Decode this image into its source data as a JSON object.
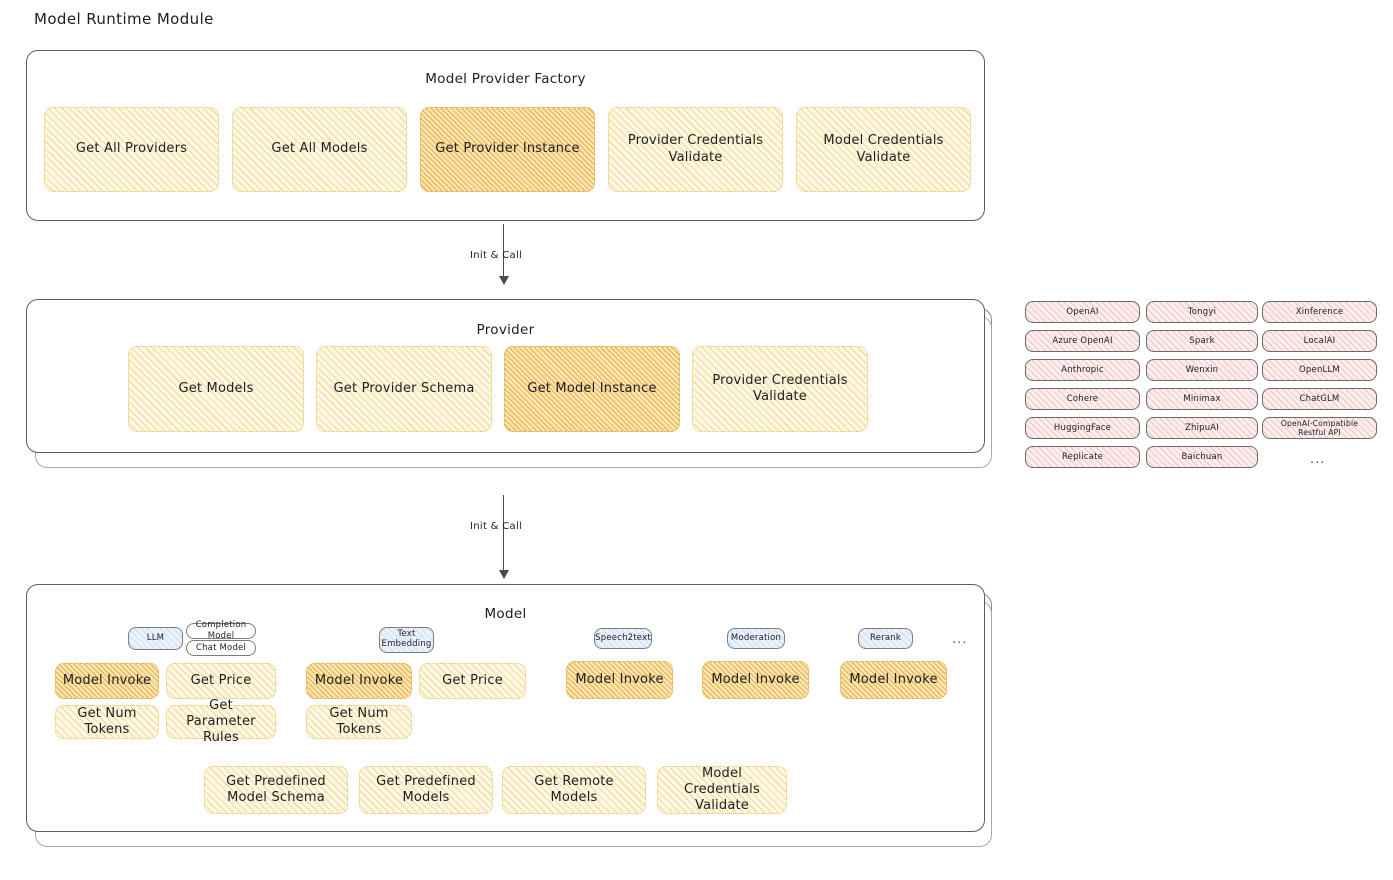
{
  "title": "Model Runtime Module",
  "factory": {
    "title": "Model Provider Factory",
    "nodes": [
      {
        "label": "Get All Providers",
        "highlight": false
      },
      {
        "label": "Get All Models",
        "highlight": false
      },
      {
        "label": "Get Provider Instance",
        "highlight": true
      },
      {
        "label": "Provider Credentials Validate",
        "highlight": false
      },
      {
        "label": "Model Credentials Validate",
        "highlight": false
      }
    ]
  },
  "arrows": [
    {
      "label": "Init & Call"
    },
    {
      "label": "Init & Call"
    }
  ],
  "provider": {
    "title": "Provider",
    "nodes": [
      {
        "label": "Get Models",
        "highlight": false
      },
      {
        "label": "Get Provider Schema",
        "highlight": false
      },
      {
        "label": "Get Model Instance",
        "highlight": true
      },
      {
        "label": "Provider Credentials Validate",
        "highlight": false
      }
    ]
  },
  "provider_list": {
    "columns": [
      [
        "OpenAI",
        "Azure OpenAI",
        "Anthropic",
        "Cohere",
        "HuggingFace",
        "Replicate"
      ],
      [
        "Tongyi",
        "Spark",
        "Wenxin",
        "Minimax",
        "ZhipuAI",
        "Baichuan"
      ],
      [
        "Xinference",
        "LocalAI",
        "OpenLLM",
        "ChatGLM",
        "OpenAI-Compatible Restful API"
      ]
    ],
    "more": "..."
  },
  "model": {
    "title": "Model",
    "more": "...",
    "types": [
      {
        "name": "LLM",
        "variants": [
          "Completion Model",
          "Chat Model"
        ],
        "methods": [
          {
            "label": "Model Invoke",
            "highlight": true
          },
          {
            "label": "Get Price",
            "highlight": false
          },
          {
            "label": "Get Num Tokens",
            "highlight": false
          },
          {
            "label": "Get Parameter Rules",
            "highlight": false
          }
        ]
      },
      {
        "name": "Text Embedding",
        "variants": [],
        "methods": [
          {
            "label": "Model Invoke",
            "highlight": true
          },
          {
            "label": "Get Price",
            "highlight": false
          },
          {
            "label": "Get Num Tokens",
            "highlight": false
          }
        ]
      },
      {
        "name": "Speech2text",
        "variants": [],
        "methods": [
          {
            "label": "Model Invoke",
            "highlight": true
          }
        ]
      },
      {
        "name": "Moderation",
        "variants": [],
        "methods": [
          {
            "label": "Model Invoke",
            "highlight": true
          }
        ]
      },
      {
        "name": "Rerank",
        "variants": [],
        "methods": [
          {
            "label": "Model Invoke",
            "highlight": true
          }
        ]
      }
    ],
    "shared_methods": [
      {
        "label": "Get Predefined Model Schema"
      },
      {
        "label": "Get Predefined Models"
      },
      {
        "label": "Get Remote Models"
      },
      {
        "label": "Model Credentials Validate"
      }
    ]
  },
  "colors": {
    "highlight_fill": "#fbe6b5",
    "node_fill": "#fdf7e3",
    "provider_chip_fill": "#fdeeee",
    "type_chip_fill": "#eaf2fb",
    "stroke": "#5c5c5c"
  }
}
